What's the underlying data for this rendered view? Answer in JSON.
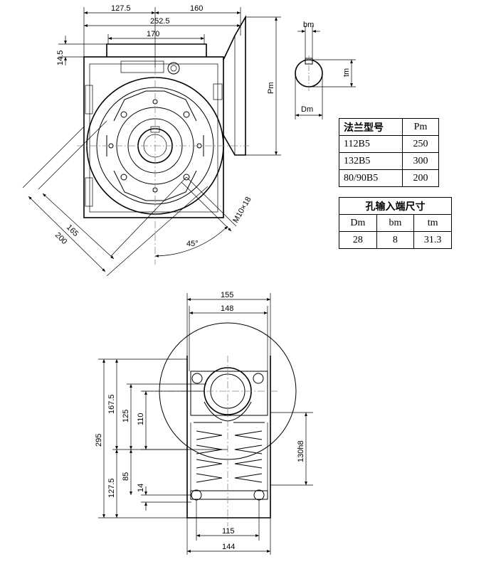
{
  "top_view": {
    "dims": [
      "127.5",
      "160",
      "252.5",
      "170",
      "14.5",
      "Pm",
      "165",
      "200",
      "M10×18",
      "45°"
    ]
  },
  "key_detail": {
    "dims": [
      "bm",
      "tm",
      "Dm"
    ]
  },
  "flange_table": {
    "headers": [
      "法兰型号",
      "Pm"
    ],
    "rows": [
      [
        "112B5",
        "250"
      ],
      [
        "132B5",
        "300"
      ],
      [
        "80/90B5",
        "200"
      ]
    ]
  },
  "input_table": {
    "title": "孔输入端尺寸",
    "headers": [
      "Dm",
      "bm",
      "tm"
    ],
    "rows": [
      [
        "28",
        "8",
        "31.3"
      ]
    ]
  },
  "side_view": {
    "dims": [
      "155",
      "148",
      "295",
      "167.5",
      "125",
      "110",
      "127.5",
      "85",
      "14",
      "130h8",
      "115",
      "144"
    ]
  }
}
